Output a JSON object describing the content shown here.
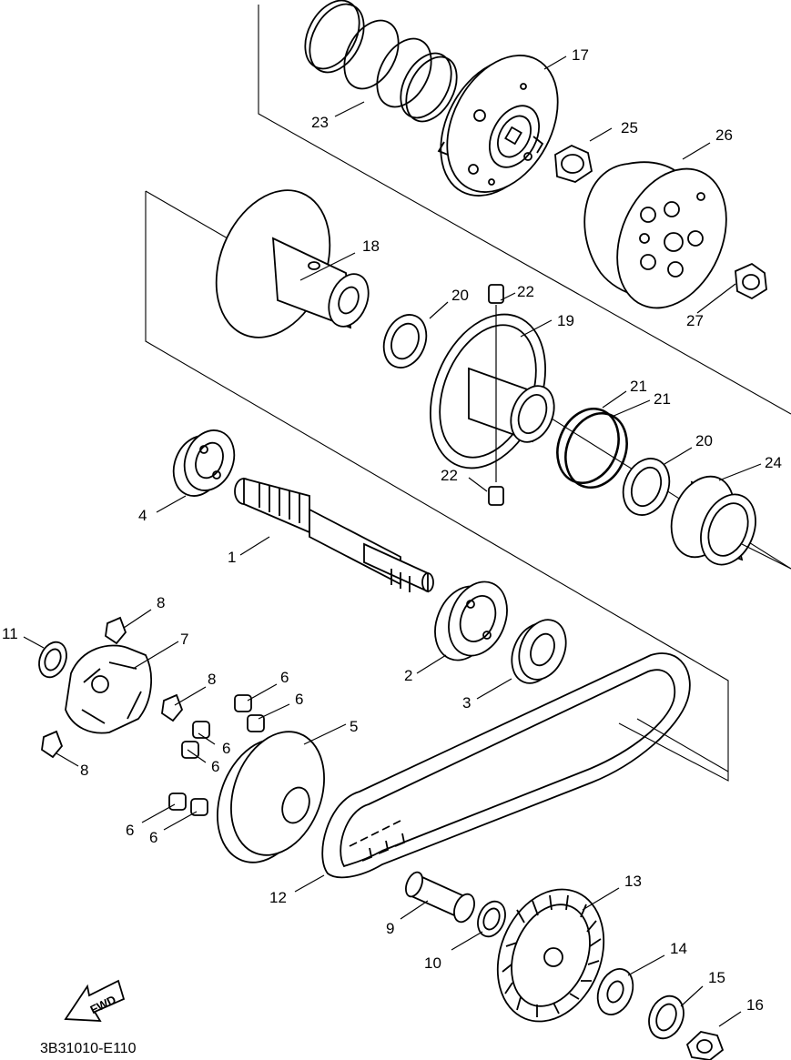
{
  "callouts": {
    "c1": "1",
    "c2": "2",
    "c3": "3",
    "c4": "4",
    "c5": "5",
    "c6a": "6",
    "c6b": "6",
    "c6c": "6",
    "c6d": "6",
    "c6e": "6",
    "c6f": "6",
    "c7": "7",
    "c8a": "8",
    "c8b": "8",
    "c8c": "8",
    "c9": "9",
    "c10": "10",
    "c11": "11",
    "c12": "12",
    "c13": "13",
    "c14": "14",
    "c15": "15",
    "c16": "16",
    "c17": "17",
    "c18": "18",
    "c19": "19",
    "c20a": "20",
    "c20b": "20",
    "c21a": "21",
    "c21b": "21",
    "c22a": "22",
    "c22b": "22",
    "c23": "23",
    "c24": "24",
    "c25": "25",
    "c26": "26",
    "c27": "27"
  },
  "fwd_label": "FWD",
  "drawing_code": "3B31010-E110"
}
